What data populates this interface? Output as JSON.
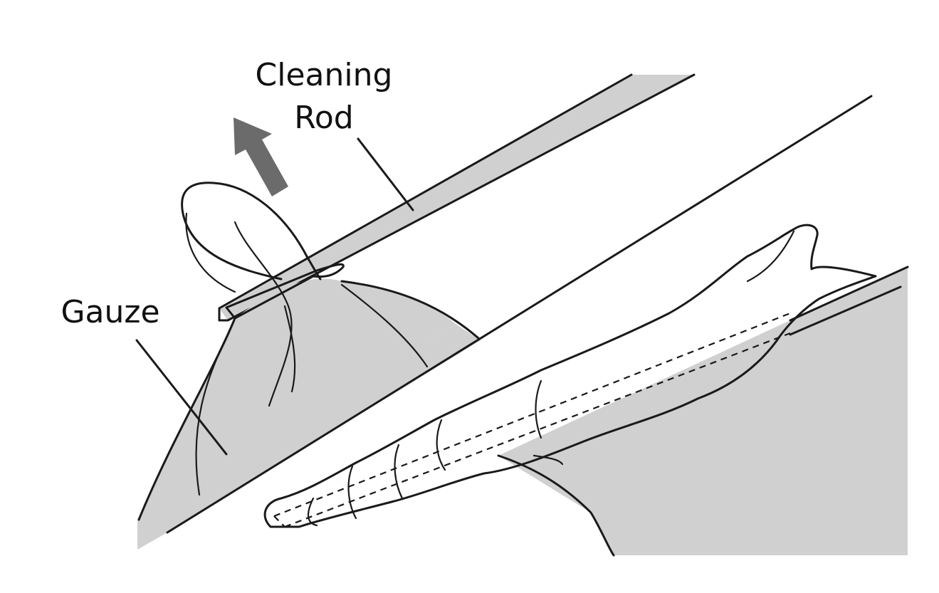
{
  "labels": {
    "cleaning_rod_line1": "Cleaning",
    "cleaning_rod_line2": "Rod",
    "gauze": "Gauze"
  },
  "colors": {
    "fill": "#d0d0d0",
    "arrow": "#6b6b6b",
    "stroke": "#1a1a1a",
    "background": "#ffffff"
  }
}
